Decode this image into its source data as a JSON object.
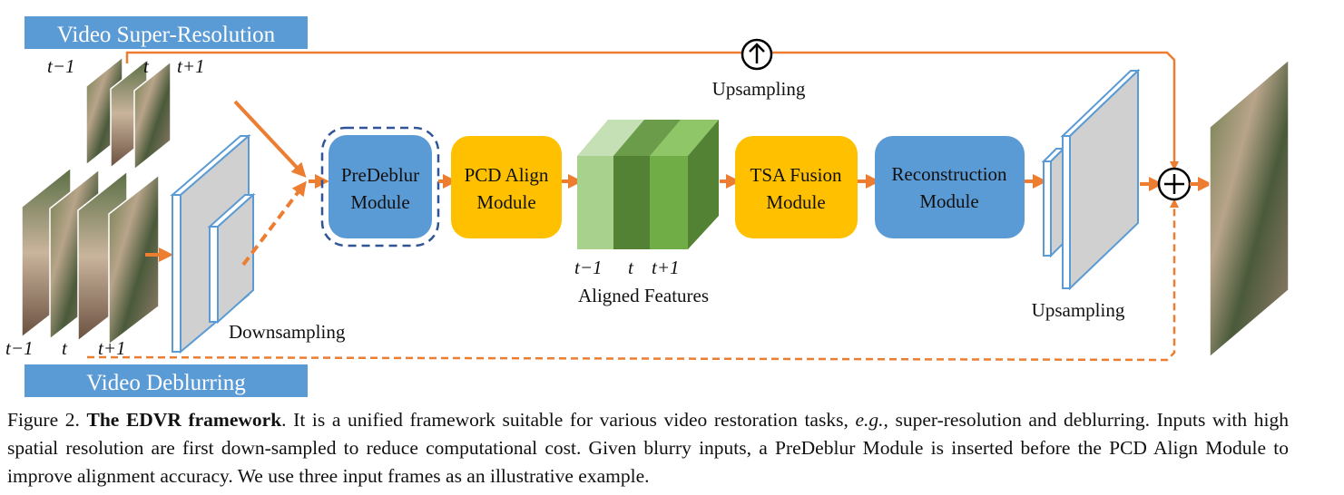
{
  "top_banner": "Video Super-Resolution",
  "bottom_banner": "Video Deblurring",
  "sr_frame_labels": [
    "t−1",
    "t",
    "t+1"
  ],
  "deblur_frame_labels": [
    "t−1",
    "t",
    "t+1"
  ],
  "downsampling_label": "Downsampling",
  "modules": {
    "predeblur": [
      "PreDeblur",
      "Module"
    ],
    "pcd": [
      "PCD Align",
      "Module"
    ],
    "tsa": [
      "TSA Fusion",
      "Module"
    ],
    "reconstruction": [
      "Reconstruction",
      "Module"
    ]
  },
  "aligned_frame_labels": [
    "t−1",
    "t",
    "t+1"
  ],
  "aligned_features_label": "Aligned Features",
  "upsampling_top_label": "Upsampling",
  "upsampling_bottom_label": "Upsampling",
  "plus_symbol": "+",
  "caption": {
    "prefix": "Figure 2.",
    "title": "The EDVR framework",
    "text_1": ". It is a unified framework suitable for various video restoration tasks, ",
    "eg": "e.g.",
    "text_2": ", super-resolution and deblurring. Inputs with high spatial resolution are first down-sampled to reduce computational cost. Given blurry inputs, a PreDeblur Module is inserted before the PCD Align Module to improve alignment accuracy. We use three input frames as an illustrative example."
  },
  "colors": {
    "banner": "#5b9bd5",
    "blue_module": "#5b9bd5",
    "yellow_module": "#ffc000",
    "arrow": "#ed7d31",
    "feat_light": "#a9d18e",
    "feat_dark": "#548235",
    "feat_mid": "#70ad47"
  }
}
